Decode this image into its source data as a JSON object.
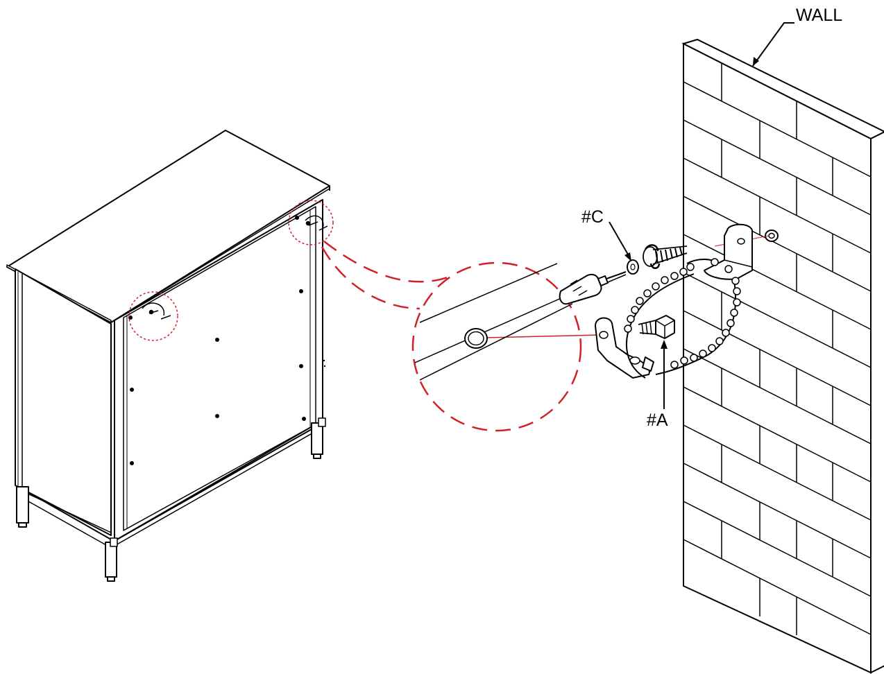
{
  "labels": {
    "wall": "WALL",
    "part_c": "#C",
    "part_a": "#A"
  },
  "colors": {
    "line": "#000000",
    "callout": "#d0202a",
    "background": "#ffffff"
  },
  "icons": {
    "screwdriver": "screwdriver-icon",
    "screw": "screw-icon",
    "washer": "washer-icon",
    "bracket": "l-bracket-icon",
    "anchor": "wall-anchor-icon",
    "strap": "beaded-strap-icon"
  }
}
